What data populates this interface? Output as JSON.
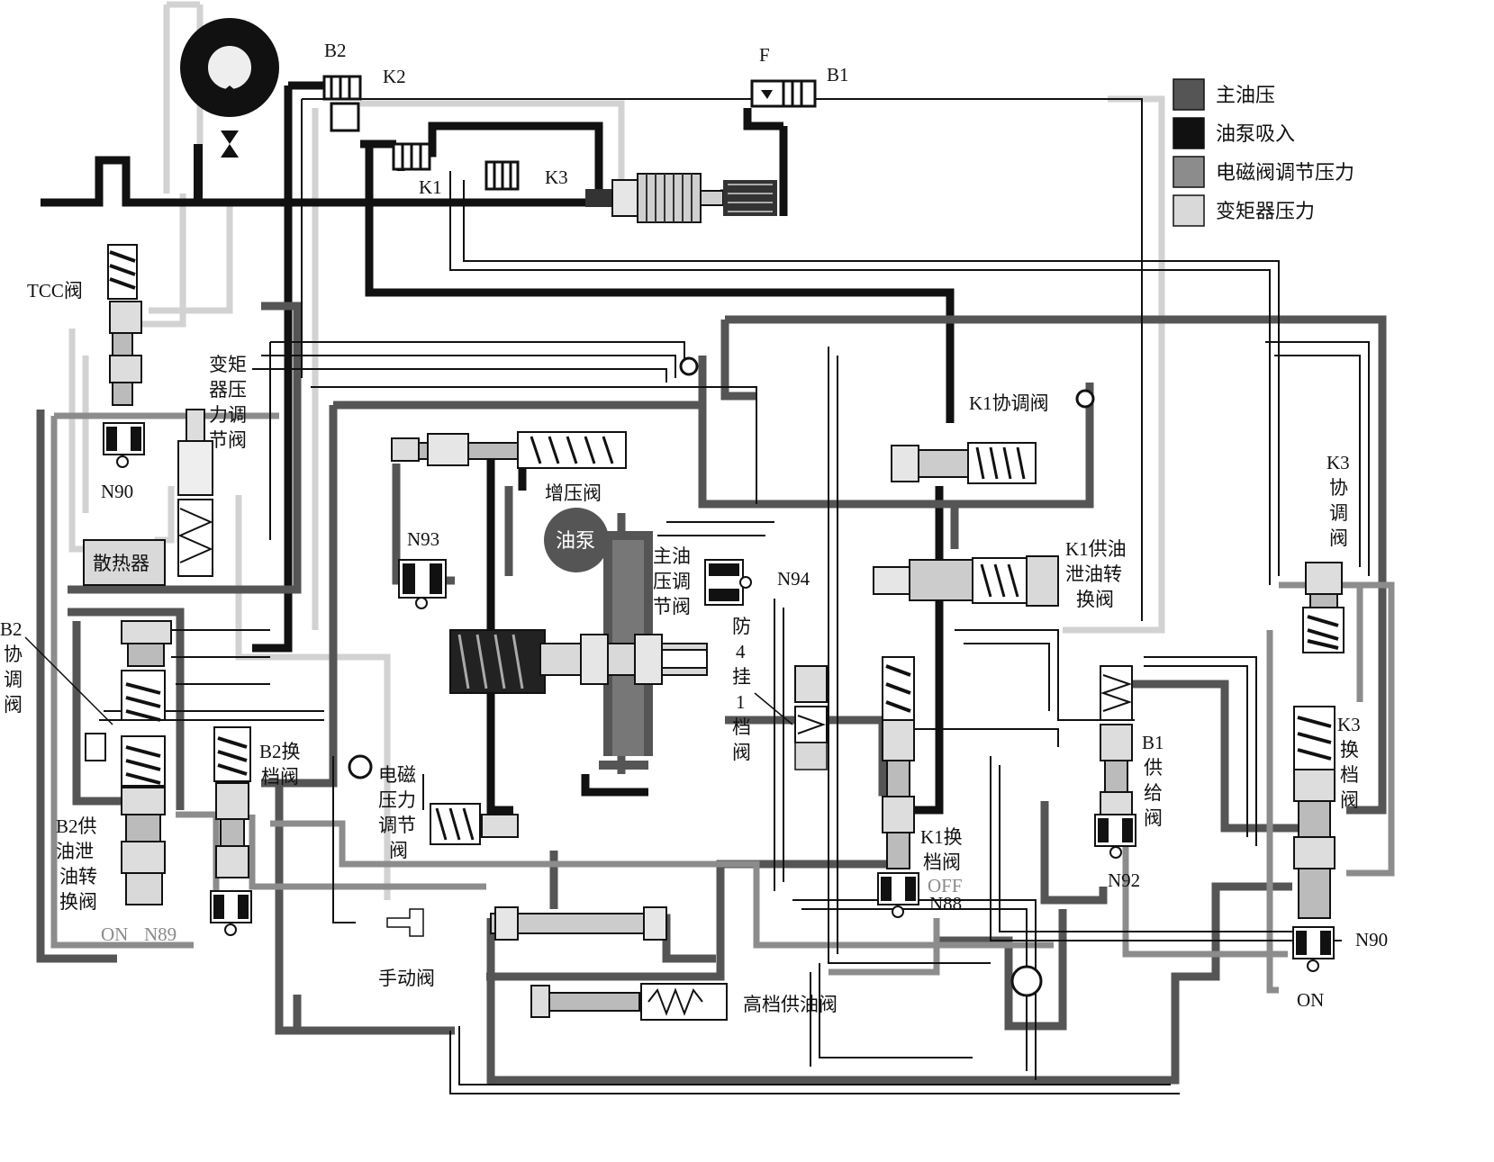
{
  "legend": {
    "items": [
      {
        "label": "主油压",
        "color": "#555555"
      },
      {
        "label": "油泵吸入",
        "color": "#111111"
      },
      {
        "label": "电磁阀调节压力",
        "color": "#8c8c8c"
      },
      {
        "label": "变矩器压力",
        "color": "#d9d9d9"
      }
    ]
  },
  "clutches": {
    "b2": "B2",
    "k2": "K2",
    "k1": "K1",
    "k3": "K3",
    "f": "F",
    "b1": "B1"
  },
  "valves": {
    "tcc": "TCC阀",
    "n90_left": "N90",
    "converter_pressure_valve": [
      "变矩",
      "器压",
      "力调",
      "节阀"
    ],
    "radiator": "散热器",
    "b2_coord": [
      "B2",
      "协",
      "调",
      "阀"
    ],
    "b2_shift": [
      "B2换",
      "档阀"
    ],
    "b2_supply": [
      "B2供",
      "油泄",
      "油转",
      "换阀"
    ],
    "on_left": "ON",
    "n89": "N89",
    "n93": "N93",
    "boost_valve": "增压阀",
    "pump": "油泵",
    "main_pressure_valve": [
      "主油",
      "压调",
      "节阀"
    ],
    "n94": "N94",
    "anti_41_valve": [
      "防",
      "4",
      "挂",
      "1",
      "档",
      "阀"
    ],
    "solenoid_pressure_valve": [
      "电磁",
      "压力",
      "调节",
      "阀"
    ],
    "k1_coord": "K1协调阀",
    "k1_supply": [
      "K1供油",
      "泄油转",
      "换阀"
    ],
    "k1_shift": [
      "K1换",
      "档阀"
    ],
    "off": "OFF",
    "n88": "N88",
    "b1_supply": [
      "B1",
      "供",
      "给",
      "阀"
    ],
    "n92": "N92",
    "k3_coord": [
      "K3",
      "协",
      "调",
      "阀"
    ],
    "k3_shift": [
      "K3",
      "换",
      "档",
      "阀"
    ],
    "n90_right": "N90",
    "on_right": "ON",
    "manual_valve": "手动阀",
    "high_gear_valve": "高档供油阀"
  }
}
